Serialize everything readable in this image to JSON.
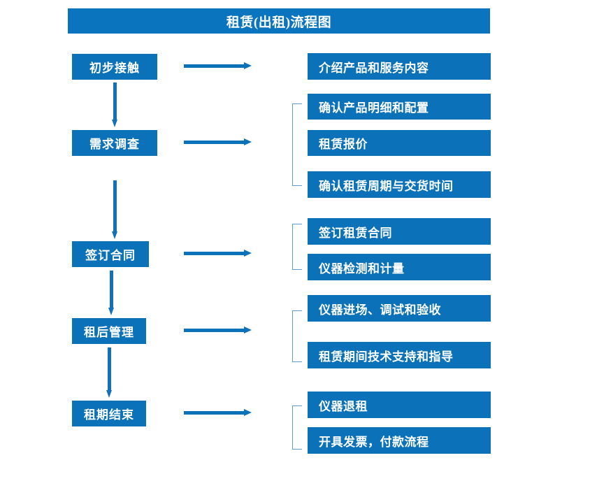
{
  "title": "租赁(出租)流程图",
  "colors": {
    "box_blue": "#0b72ba",
    "title_blue": "#0b74bf",
    "arrow_blue": "#1271b8",
    "bracket_blue": "#5b9bd0",
    "text_white": "#ffffff",
    "background": "#ffffff"
  },
  "stages": [
    {
      "label": "初步接触"
    },
    {
      "label": "需求调查"
    },
    {
      "label": "签订合同"
    },
    {
      "label": "租后管理"
    },
    {
      "label": "租期结束"
    }
  ],
  "details": [
    {
      "label": "介绍产品和服务内容"
    },
    {
      "label": "确认产品明细和配置"
    },
    {
      "label": "租赁报价"
    },
    {
      "label": "确认租赁周期与交货时间"
    },
    {
      "label": "签订租赁合同"
    },
    {
      "label": "仪器检测和计量"
    },
    {
      "label": "仪器进场、调试和验收"
    },
    {
      "label": "租赁期间技术支持和指导"
    },
    {
      "label": "仪器退租"
    },
    {
      "label": "开具发票，付款流程"
    }
  ],
  "groups": [
    {
      "stage": "初步接触",
      "details": [
        "介绍产品和服务内容"
      ]
    },
    {
      "stage": "需求调查",
      "details": [
        "确认产品明细和配置",
        "租赁报价",
        "确认租赁周期与交货时间"
      ]
    },
    {
      "stage": "签订合同",
      "details": [
        "签订租赁合同",
        "仪器检测和计量"
      ]
    },
    {
      "stage": "租后管理",
      "details": [
        "仪器进场、调试和验收",
        "租赁期间技术支持和指导"
      ]
    },
    {
      "stage": "租期结束",
      "details": [
        "仪器退租",
        "开具发票，付款流程"
      ]
    }
  ],
  "flow_sequence": [
    "初步接触",
    "需求调查",
    "签订合同",
    "租后管理",
    "租期结束"
  ]
}
